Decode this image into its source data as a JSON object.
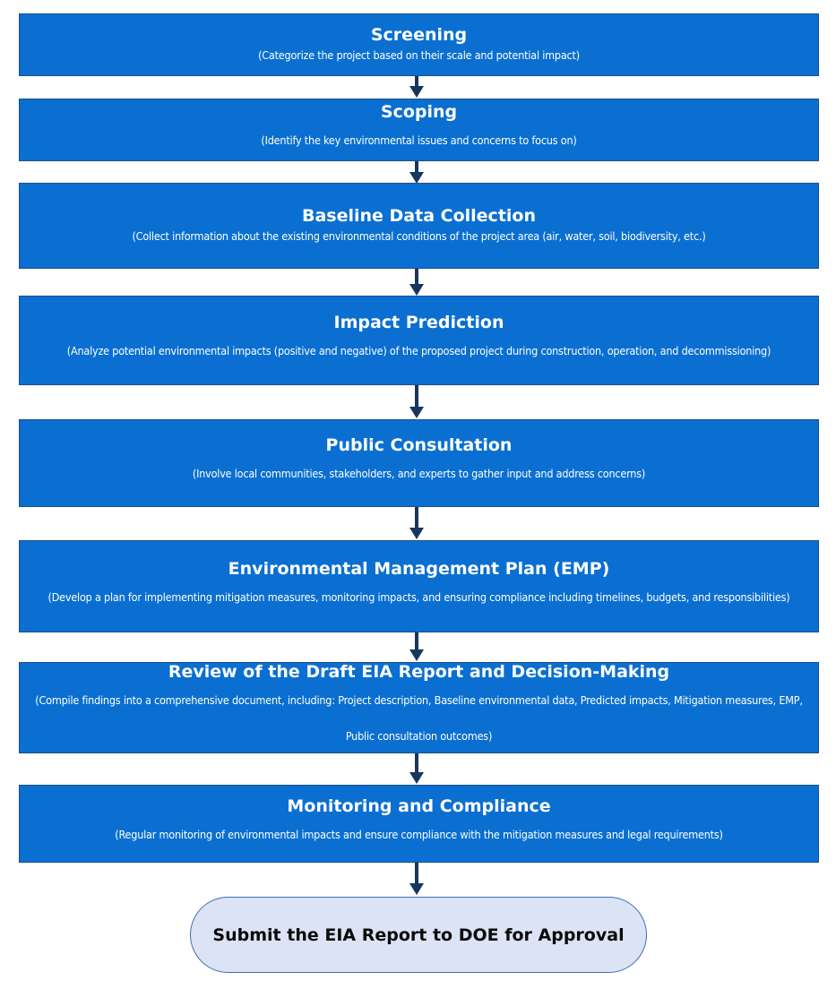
{
  "steps": [
    {
      "title": "Screening",
      "description": "(Categorize the project based on their scale and potential impact)"
    },
    {
      "title": "Scoping",
      "description": "(Identify the key environmental issues and concerns to focus on)"
    },
    {
      "title": "Baseline Data Collection",
      "description": "(Collect information about the existing environmental conditions of the project area (air, water, soil, biodiversity, etc.)"
    },
    {
      "title": "Impact Prediction",
      "description": "(Analyze potential environmental impacts (positive and negative) of the proposed project during construction, operation, and decommissioning)"
    },
    {
      "title": "Public Consultation",
      "description": "(Involve local communities, stakeholders, and experts to gather input and address concerns)"
    },
    {
      "title": "Environmental Management Plan (EMP)",
      "description": "(Develop a plan for implementing mitigation measures, monitoring impacts, and ensuring compliance including timelines, budgets, and responsibilities)"
    },
    {
      "title": "Review of the Draft EIA Report and Decision-Making",
      "description": "(Compile findings into a comprehensive document, including: Project description, Baseline environmental data, Predicted impacts, Mitigation measures, EMP, Public consultation outcomes)"
    },
    {
      "title": "Monitoring and Compliance",
      "description": "(Regular monitoring of environmental impacts and ensure compliance with the mitigation measures and legal requirements)"
    }
  ],
  "final_step": {
    "label": "Submit the EIA Report to DOE for Approval"
  },
  "colors": {
    "step_fill": "#0a6fd1",
    "arrow": "#17365d",
    "final_fill": "#dbe3f4"
  }
}
